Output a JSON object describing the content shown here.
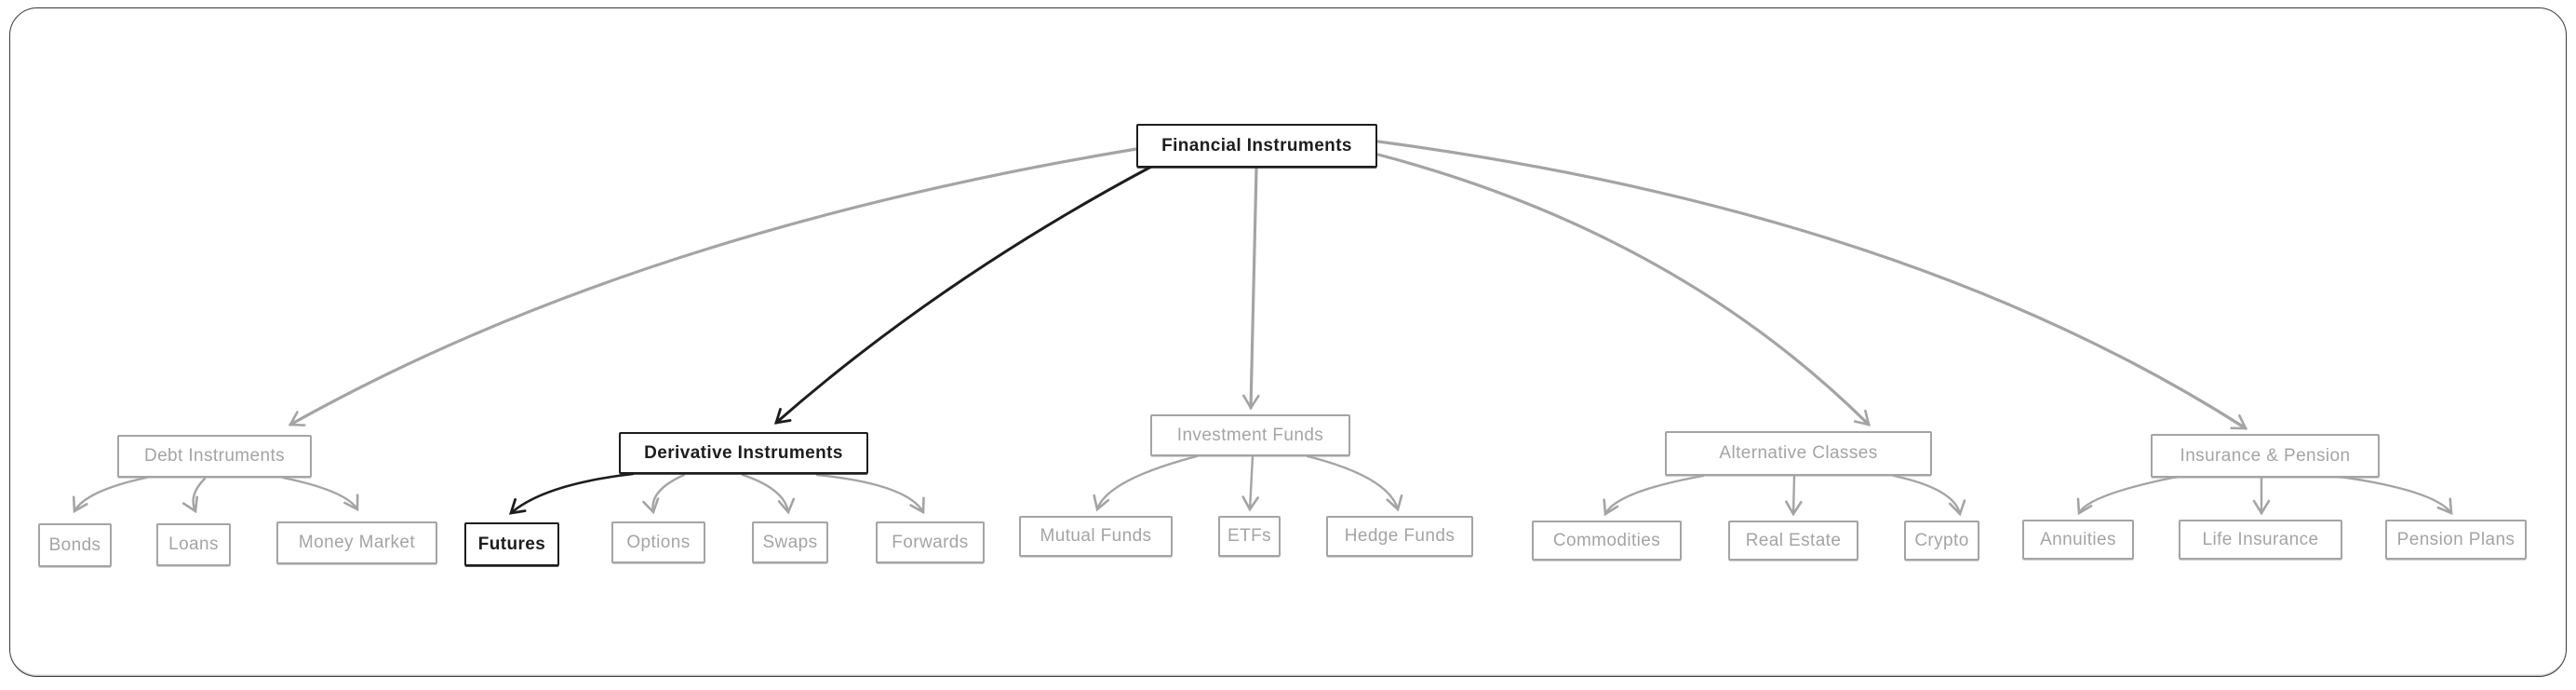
{
  "colors": {
    "highlight": "#1d1d1d",
    "muted": "#a4a4a4",
    "canvas": "#ffffff",
    "frame": "#3a3a3a"
  },
  "graph": {
    "root": {
      "label": "Financial Instruments",
      "emphasized": true
    },
    "branches": [
      {
        "label": "Debt Instruments",
        "emphasized": false,
        "children": [
          "Bonds",
          "Loans",
          "Money Market"
        ]
      },
      {
        "label": "Derivative Instruments",
        "emphasized": true,
        "children": [
          "Futures",
          "Options",
          "Swaps",
          "Forwards"
        ]
      },
      {
        "label": "Investment Funds",
        "emphasized": false,
        "children": [
          "Mutual Funds",
          "ETFs",
          "Hedge Funds"
        ]
      },
      {
        "label": "Alternative Classes",
        "emphasized": false,
        "children": [
          "Commodities",
          "Real Estate",
          "Crypto"
        ]
      },
      {
        "label": "Insurance & Pension",
        "emphasized": false,
        "children": [
          "Annuities",
          "Life Insurance",
          "Pension Plans"
        ]
      }
    ],
    "highlighted_path": [
      "Financial Instruments",
      "Derivative Instruments",
      "Futures"
    ]
  }
}
